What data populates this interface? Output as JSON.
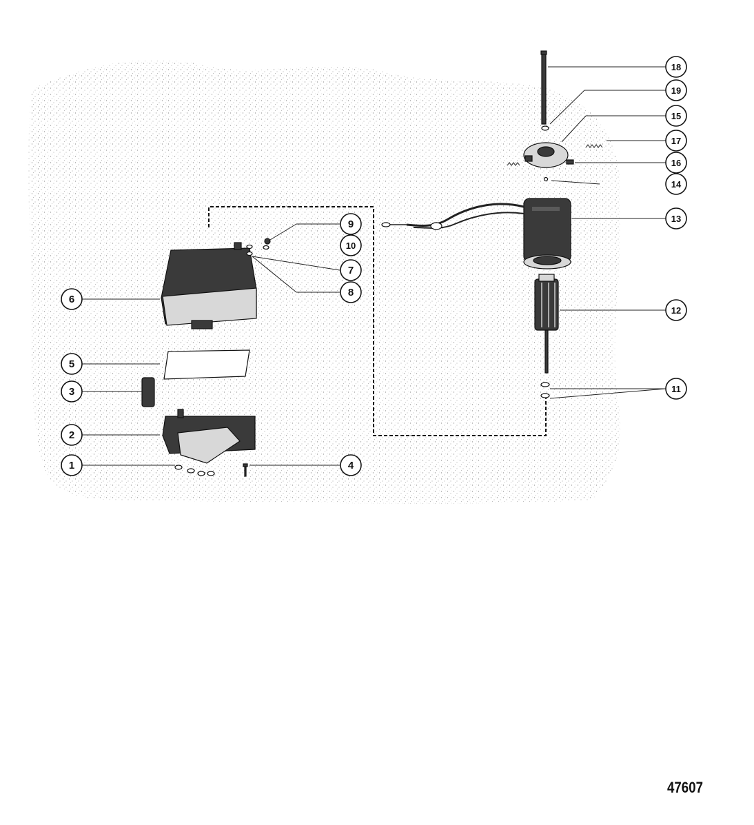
{
  "figure_number": "47607",
  "callouts": [
    {
      "id": "callout-1",
      "label": "1"
    },
    {
      "id": "callout-2",
      "label": "2"
    },
    {
      "id": "callout-3",
      "label": "3"
    },
    {
      "id": "callout-4",
      "label": "4"
    },
    {
      "id": "callout-5",
      "label": "5"
    },
    {
      "id": "callout-6",
      "label": "6"
    },
    {
      "id": "callout-7",
      "label": "7"
    },
    {
      "id": "callout-8",
      "label": "8"
    },
    {
      "id": "callout-9",
      "label": "9"
    },
    {
      "id": "callout-10",
      "label": "10"
    },
    {
      "id": "callout-11",
      "label": "11"
    },
    {
      "id": "callout-12",
      "label": "12"
    },
    {
      "id": "callout-13",
      "label": "13"
    },
    {
      "id": "callout-14",
      "label": "14"
    },
    {
      "id": "callout-15",
      "label": "15"
    },
    {
      "id": "callout-16",
      "label": "16"
    },
    {
      "id": "callout-17",
      "label": "17"
    },
    {
      "id": "callout-18",
      "label": "18"
    },
    {
      "id": "callout-19",
      "label": "19"
    }
  ]
}
